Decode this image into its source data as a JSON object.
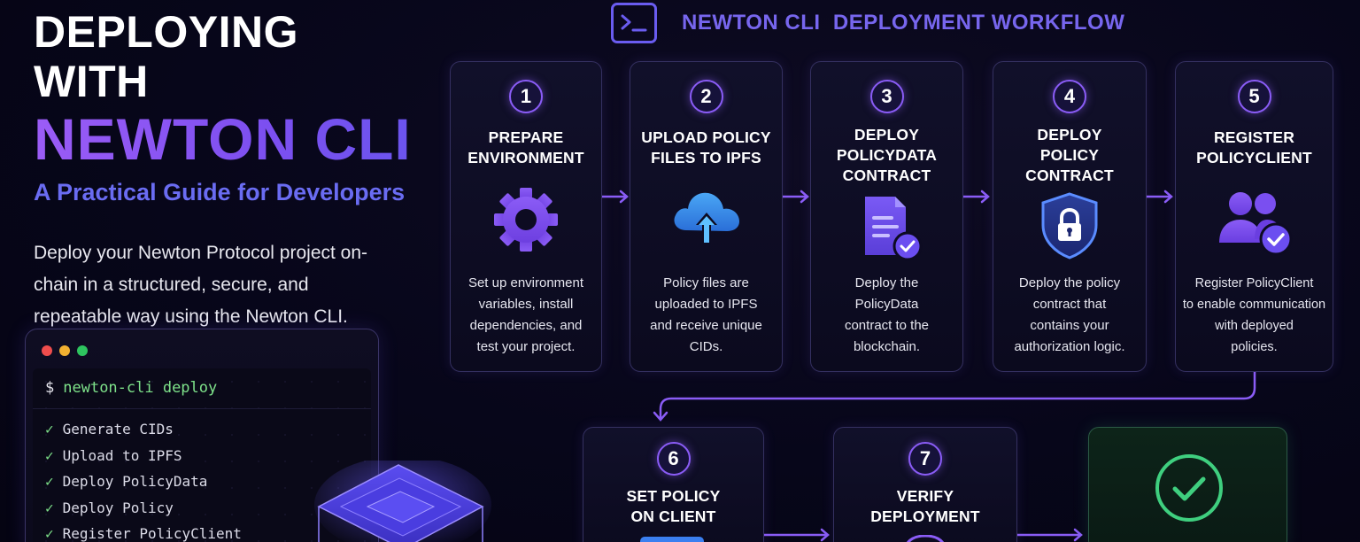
{
  "hero": {
    "title_line1": "DEPLOYING WITH",
    "title_line2": "NEWTON CLI",
    "subtitle": "A Practical Guide for Developers",
    "description": "Deploy your Newton Protocol project on-chain in a structured, secure, and repeatable way using the Newton CLI."
  },
  "terminal": {
    "prompt": "$",
    "command": "newton-cli deploy",
    "check_glyph": "✓",
    "steps": [
      "Generate CIDs",
      "Upload to IPFS",
      "Deploy PolicyData",
      "Deploy Policy",
      "Register PolicyClient"
    ]
  },
  "workflow": {
    "title": "NEWTON CLI  DEPLOYMENT WORKFLOW",
    "header_icon": "terminal-prompt-icon",
    "steps": [
      {
        "number": "1",
        "title_line1": "PREPARE",
        "title_line2": "ENVIRONMENT",
        "title_line3": "",
        "icon": "gear-icon",
        "desc_line1": "Set up environment",
        "desc_line2": "variables, install",
        "desc_line3": "dependencies, and",
        "desc_line4": "test your project."
      },
      {
        "number": "2",
        "title_line1": "UPLOAD POLICY",
        "title_line2": "FILES TO IPFS",
        "title_line3": "",
        "icon": "cloud-upload-icon",
        "desc_line1": "Policy files are",
        "desc_line2": "uploaded to IPFS",
        "desc_line3": "and receive unique",
        "desc_line4": "CIDs."
      },
      {
        "number": "3",
        "title_line1": "DEPLOY",
        "title_line2": "POLICYDATA",
        "title_line3": "CONTRACT",
        "icon": "document-check-icon",
        "desc_line1": "Deploy the",
        "desc_line2": "PolicyData",
        "desc_line3": "contract to the",
        "desc_line4": "blockchain."
      },
      {
        "number": "4",
        "title_line1": "DEPLOY",
        "title_line2": "POLICY",
        "title_line3": "CONTRACT",
        "icon": "shield-lock-icon",
        "desc_line1": "Deploy the policy",
        "desc_line2": "contract that",
        "desc_line3": "contains your",
        "desc_line4": "authorization logic."
      },
      {
        "number": "5",
        "title_line1": "REGISTER",
        "title_line2": "POLICYCLIENT",
        "title_line3": "",
        "icon": "users-check-icon",
        "desc_line1": "Register PolicyClient",
        "desc_line2": "to enable communication",
        "desc_line3": "with deployed",
        "desc_line4": "policies."
      },
      {
        "number": "6",
        "title_line1": "SET POLICY",
        "title_line2": "ON CLIENT",
        "icon": "client-link-icon"
      },
      {
        "number": "7",
        "title_line1": "VERIFY",
        "title_line2": "DEPLOYMENT",
        "icon": "verify-icon"
      }
    ],
    "final": {
      "icon": "success-check-icon"
    }
  },
  "colors": {
    "accent_purple": "#8a5cf6",
    "title_purple": "#7766ee",
    "terminal_green": "#7ee28a",
    "success_green": "#3fcf7f"
  }
}
